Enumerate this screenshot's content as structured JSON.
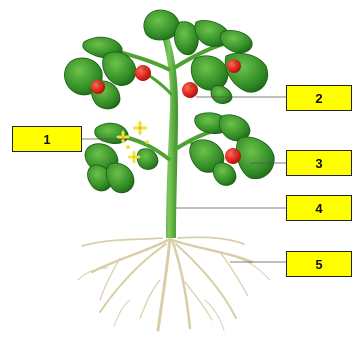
{
  "labels": [
    "1",
    "2",
    "3",
    "4",
    "5"
  ],
  "colors": {
    "label_fill": "#ffff00",
    "label_border": "#222222",
    "leaf": "#3a9a2b",
    "leaf_dark": "#1f6b1b",
    "stem": "#5caf3c",
    "fruit": "#e0261e",
    "flower": "#f4e43a",
    "root": "#d8cfa8"
  },
  "icons": [
    "tomato-plant-illustration",
    "flower-icon",
    "fruit-icon",
    "leaf-icon",
    "root-icon"
  ]
}
